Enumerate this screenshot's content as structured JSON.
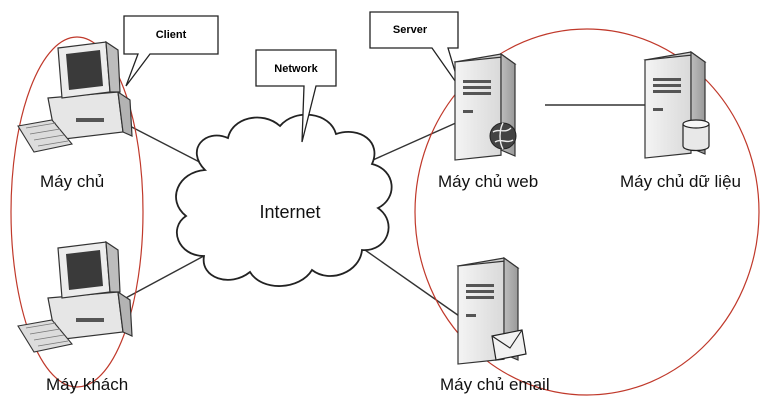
{
  "callouts": {
    "client": "Client",
    "network": "Network",
    "server": "Server"
  },
  "cloud_label": "Internet",
  "nodes": {
    "top_pc": "Máy chủ",
    "bottom_pc": "Máy khách",
    "web_server": "Máy chủ web",
    "db_server": "Máy chủ dữ liệu",
    "email_server": "Máy chủ email"
  },
  "icons": {
    "web_server": "globe-icon",
    "db_server": "database-cylinder-icon",
    "email_server": "envelope-icon"
  },
  "colors": {
    "ellipse_outline": "#c0392b",
    "lines": "#333333"
  }
}
